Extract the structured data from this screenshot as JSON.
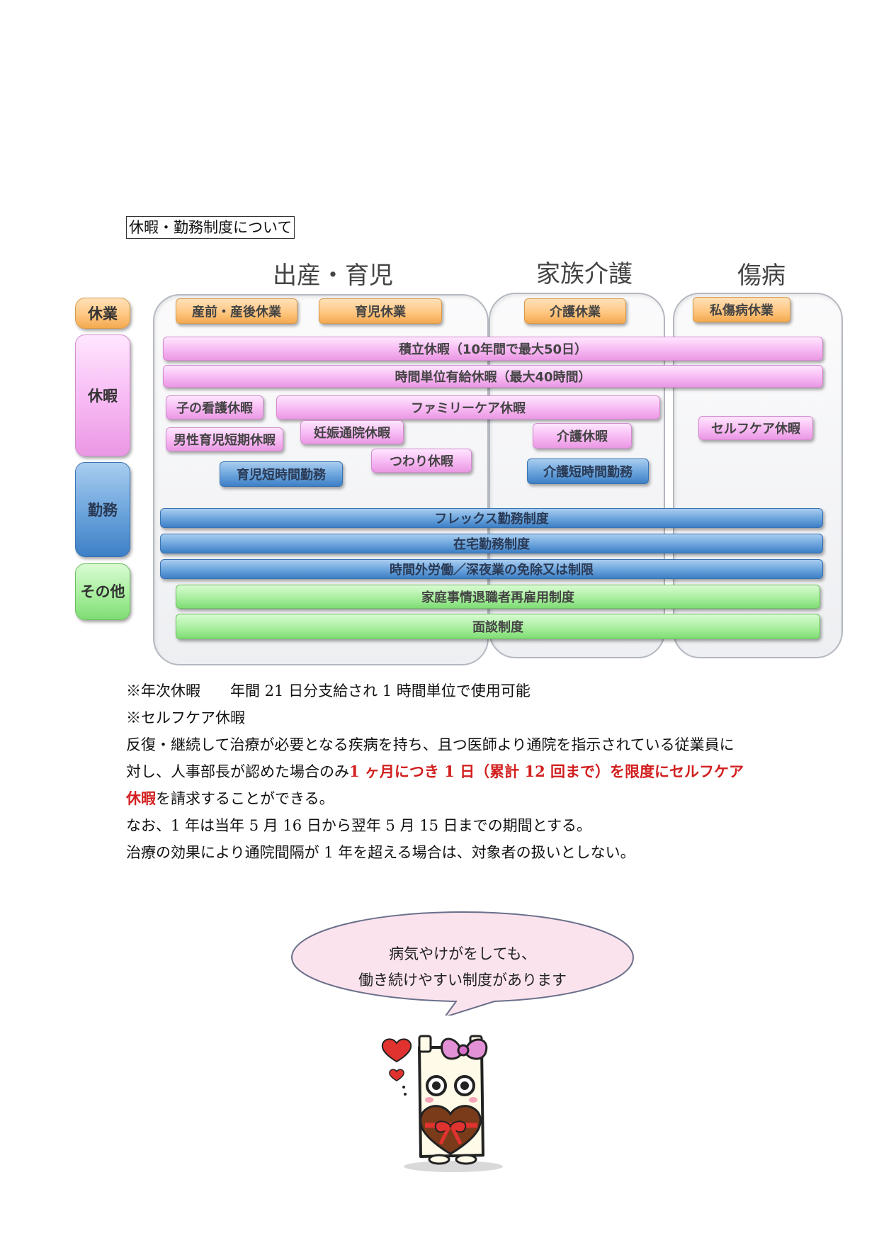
{
  "section_title": "休暇・勤務制度について",
  "columns": {
    "childcare": "出産・育児",
    "family_care": "家族介護",
    "illness": "傷病"
  },
  "categories": {
    "leave_of_absence": "休業",
    "vacation": "休暇",
    "work": "勤務",
    "other": "その他"
  },
  "bars": {
    "prenatal_postnatal_leave": "産前・産後休業",
    "childcare_leave": "育児休業",
    "nursing_care_leave": "介護休業",
    "private_illness_leave": "私傷病休業",
    "accumulated_leave": "積立休暇（10年間で最大50日）",
    "hourly_paid_leave": "時間単位有給休暇（最大40時間）",
    "child_nursing_leave": "子の看護休暇",
    "family_care_leave": "ファミリーケア休暇",
    "paternity_short_leave": "男性育児短期休暇",
    "prenatal_visit_leave": "妊娠通院休暇",
    "morning_sickness_leave": "つわり休暇",
    "care_vacation": "介護休暇",
    "self_care_leave": "セルフケア休暇",
    "childcare_short_hours": "育児短時間勤務",
    "care_short_hours": "介護短時間勤務",
    "flex_system": "フレックス勤務制度",
    "remote_work": "在宅勤務制度",
    "overtime_exemption": "時間外労働／深夜業の免除又は制限",
    "rehire_system": "家庭事情退職者再雇用制度",
    "interview_system": "面談制度"
  },
  "notes": {
    "annual_leave": "※年次休暇　　年間 21 日分支給され 1 時間単位で使用可能",
    "self_care_heading": "※セルフケア休暇",
    "line1": "反復・継続して治療が必要となる疾病を持ち、且つ医師より通院を指示されている従業員に",
    "line2_plain": "対し、人事部長が認めた場合のみ",
    "line2_red": "1 ヶ月につき 1 日（累計 12 回まで）を限度にセルフケア",
    "line3_red": "休暇",
    "line3_plain": "を請求することができる。",
    "line4": "なお、1 年は当年 5 月 16 日から翌年 5 月 15 日までの期間とする。",
    "line5": "治療の効果により通院間隔が 1 年を超える場合は、対象者の扱いとしない。"
  },
  "bubble": {
    "line1": "病気やけがをしても、",
    "line2": "働き続けやすい制度があります"
  },
  "colors": {
    "orange": "#ffc782",
    "pink": "#f7b9f3",
    "blue": "#6fa7de",
    "green": "#a9ef9f",
    "highlight_red": "#d21f1f",
    "bubble_fill": "#fbe3ee"
  }
}
